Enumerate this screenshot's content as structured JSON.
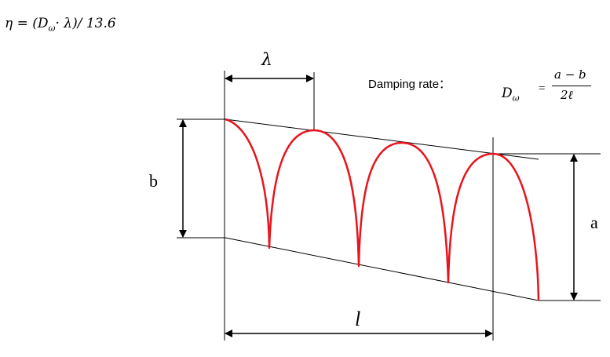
{
  "formula": {
    "eta": "η",
    "equals": "=",
    "open": "(D",
    "subscript": "ω",
    "middle": "· λ)",
    "tail": "/ 13.6"
  },
  "damping": {
    "label": "Damping rate：",
    "symbol": "D",
    "symbol_subscript": "ω",
    "equals": "=",
    "numerator": "a − b",
    "denominator": "2ℓ"
  },
  "labels": {
    "lambda": "λ",
    "b": "b",
    "a": "a",
    "l": "l"
  },
  "colors": {
    "curve": "#e8141c",
    "lines": "#000000"
  }
}
